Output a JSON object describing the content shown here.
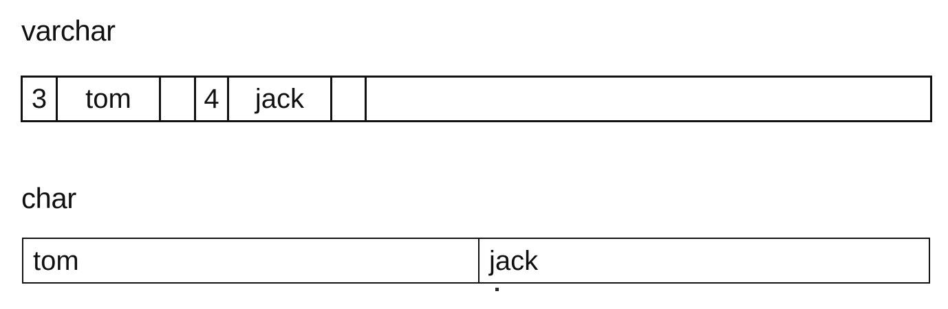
{
  "diagram": {
    "background_color": "#ffffff",
    "ink_color": "#111111",
    "sections": {
      "varchar": {
        "label": "varchar",
        "row_name": "varchar-storage-row",
        "cells": [
          {
            "name": "length-prefix-tom",
            "text": "3",
            "kind": "length-prefix"
          },
          {
            "name": "value-tom",
            "text": "tom",
            "kind": "value"
          },
          {
            "name": "separator-after-tom",
            "text": "",
            "kind": "empty"
          },
          {
            "name": "length-prefix-jack",
            "text": "4",
            "kind": "length-prefix"
          },
          {
            "name": "value-jack",
            "text": "jack",
            "kind": "value"
          },
          {
            "name": "separator-after-jack",
            "text": "",
            "kind": "empty"
          },
          {
            "name": "free-space",
            "text": "",
            "kind": "free"
          }
        ]
      },
      "char": {
        "label": "char",
        "row_name": "char-storage-row",
        "cells": [
          {
            "name": "fixed-slot-tom",
            "text": "tom",
            "kind": "fixed-slot"
          },
          {
            "name": "fixed-slot-jack",
            "text": "jack",
            "kind": "fixed-slot"
          }
        ]
      }
    }
  }
}
